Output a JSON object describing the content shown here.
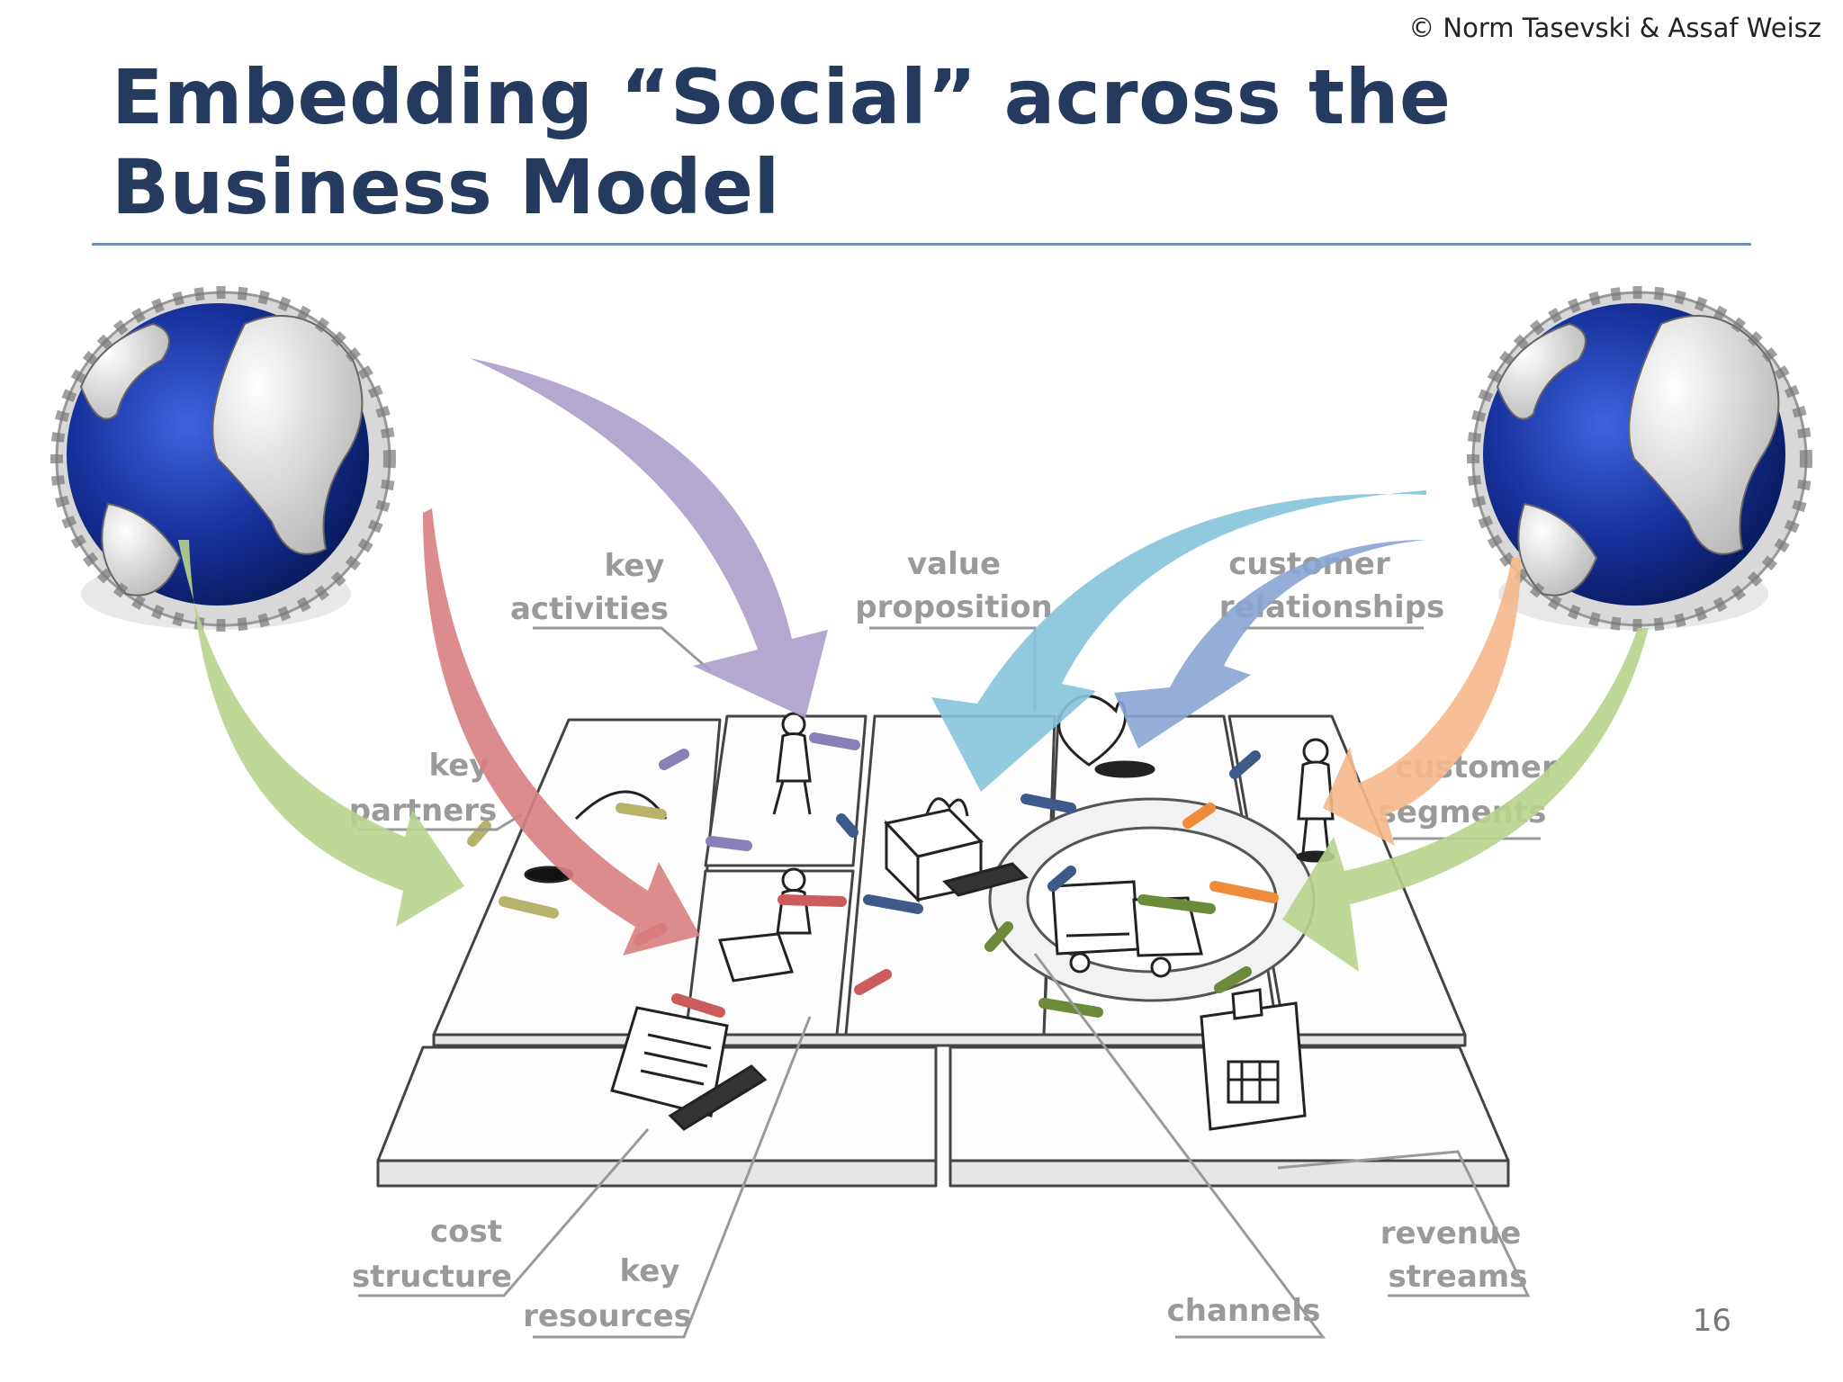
{
  "slide": {
    "copyright": "© Norm Tasevski & Assaf Weisz",
    "title": "Embedding “Social” across the Business Model",
    "page_number": "16"
  },
  "canvas_labels": {
    "key_activities_1": "key",
    "key_activities_2": "activities",
    "value_proposition_1": "value",
    "value_proposition_2": "proposition",
    "customer_relationships_1": "customer",
    "customer_relationships_2": "relationships",
    "key_partners_1": "key",
    "key_partners_2": "partners",
    "customer_segments_1": "customer",
    "customer_segments_2": "segments",
    "cost_structure_1": "cost",
    "cost_structure_2": "structure",
    "key_resources_1": "key",
    "key_resources_2": "resources",
    "channels": "channels",
    "revenue_streams_1": "revenue",
    "revenue_streams_2": "streams"
  },
  "colors": {
    "title": "#243a5e",
    "rule": "#6e8fb8",
    "globe_ocean": "#16309a",
    "arrow_green": "#b9d48c",
    "arrow_red": "#d98080",
    "arrow_purple": "#ac9fcb",
    "arrow_cyan": "#86c4dc",
    "arrow_blue": "#8aa6d4",
    "arrow_orange": "#f6b98a"
  }
}
